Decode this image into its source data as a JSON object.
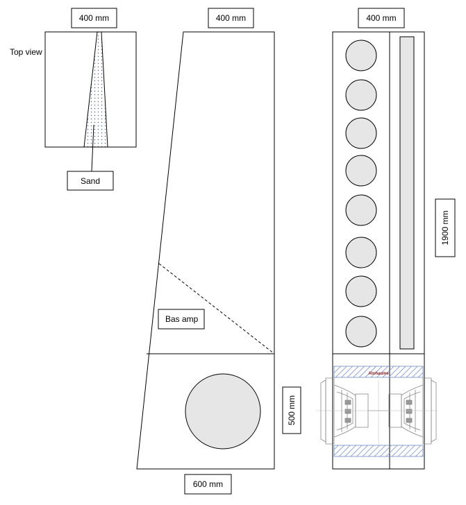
{
  "labels": {
    "top_width": "400 mm",
    "side_top_width": "400 mm",
    "front_width": "400 mm",
    "height": "1900 mm",
    "lower_height": "500 mm",
    "bottom_width": "600 mm",
    "top_view": "Top view",
    "sand": "Sand",
    "bass_amp": "Bas amp",
    "driver_brand": "Atohaume"
  },
  "front_driver_count": 8
}
